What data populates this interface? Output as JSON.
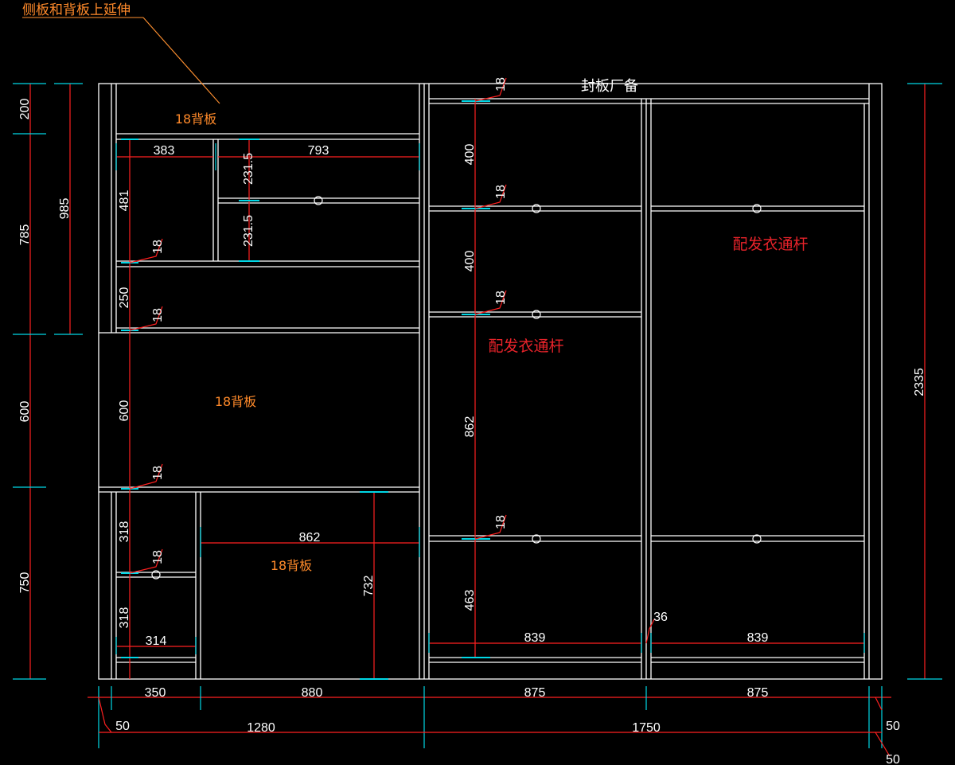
{
  "notes": {
    "top_leader": "侧板和背板上延伸",
    "seal_board": "封板厂备",
    "back_panel_1": "18背板",
    "back_panel_2": "18背板",
    "back_panel_3": "18背板",
    "rod_right": "配发衣通杆",
    "rod_middle": "配发衣通杆"
  },
  "dims": {
    "left_200": "200",
    "left_785": "785",
    "left_600": "600",
    "left_750": "750",
    "left_985": "985",
    "right_2335": "2335",
    "in_481": "481",
    "in_250": "250",
    "in_600": "600",
    "in_318a": "318",
    "in_318b": "318",
    "t18_a": "18",
    "t18_b": "18",
    "t18_c": "18",
    "t18_d": "18",
    "w383": "383",
    "w793": "793",
    "h231a": "231.5",
    "h231b": "231.5",
    "w862": "862",
    "h732": "732",
    "w314": "314",
    "m18_top": "18",
    "m400a": "400",
    "m18_b": "18",
    "m400b": "400",
    "m18_c": "18",
    "m862": "862",
    "m18_d": "18",
    "m463": "463",
    "w839a": "839",
    "w36": "36",
    "w839b": "839",
    "b350": "350",
    "b880": "880",
    "b875a": "875",
    "b875b": "875",
    "b50a": "50",
    "b1280": "1280",
    "b1750": "1750",
    "b50b": "50",
    "b50c": "50"
  }
}
